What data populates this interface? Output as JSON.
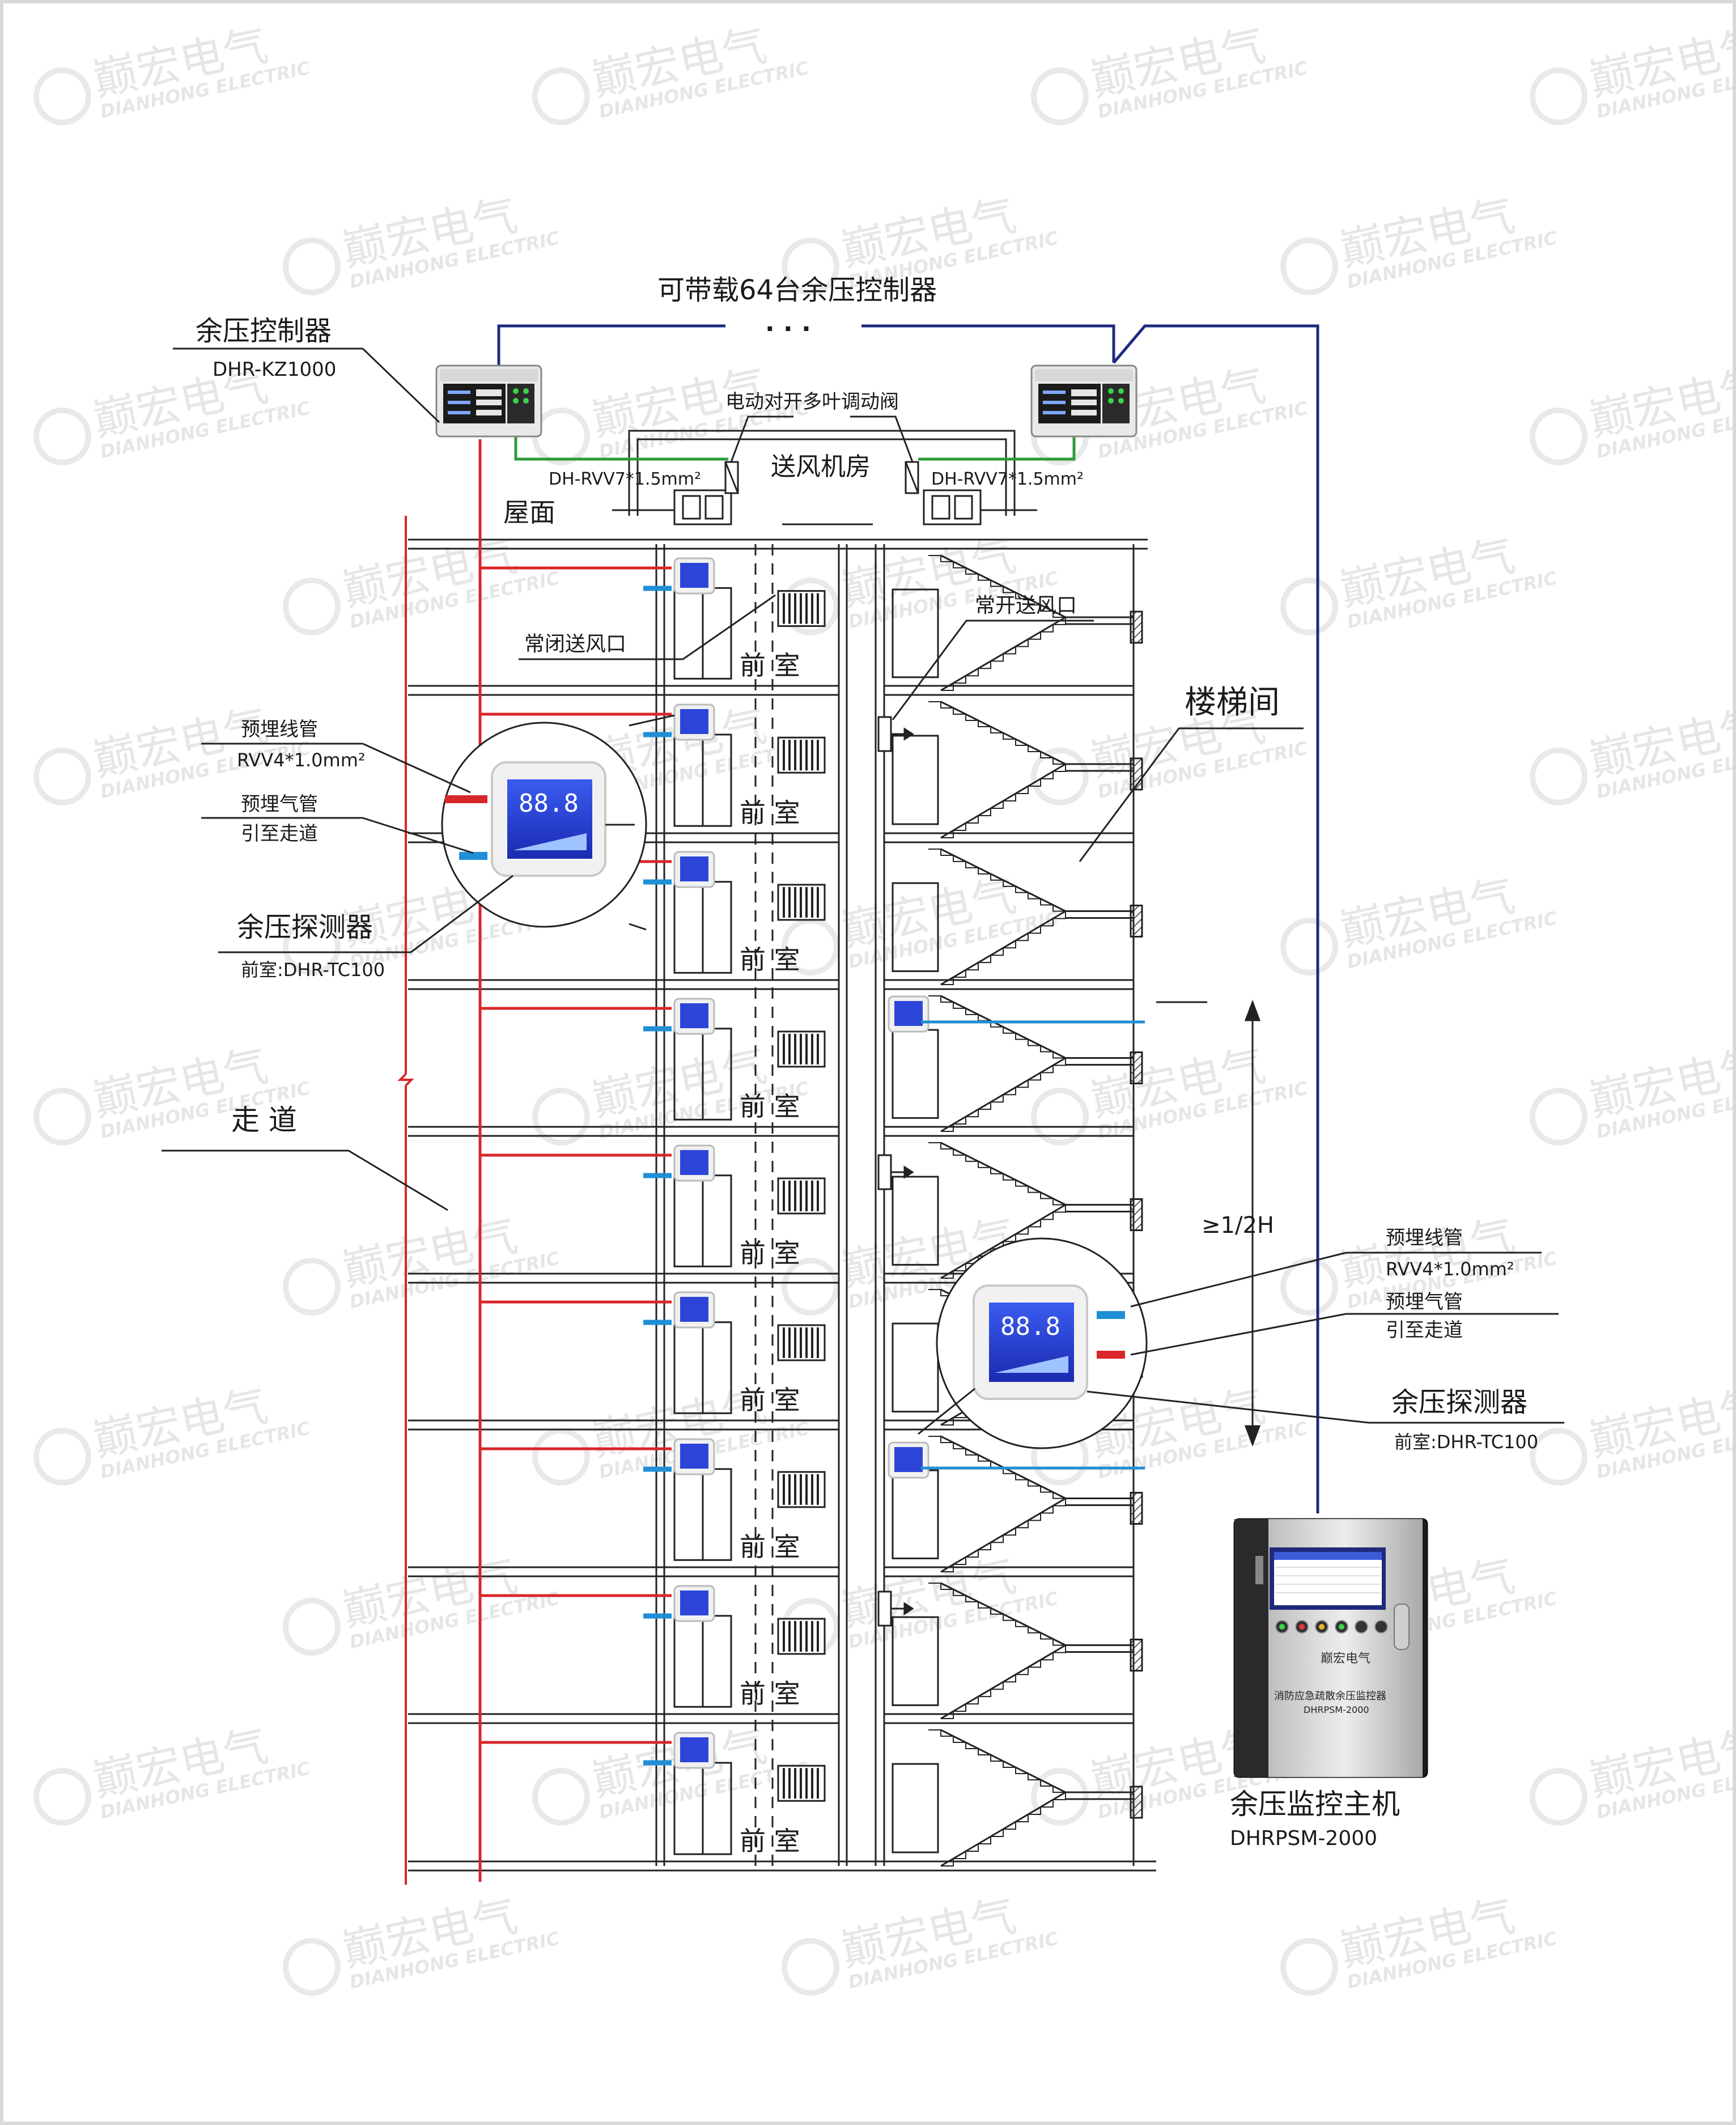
{
  "watermark": {
    "brand": "巅宏电气",
    "sub": "DIANHONG ELECTRIC"
  },
  "bus": {
    "capacity_label": "可带载64台余压控制器",
    "ellipsis": "· · ·"
  },
  "controller": {
    "title": "余压控制器",
    "model": "DHR-KZ1000"
  },
  "damper": {
    "title": "电动对开多叶调动阀"
  },
  "fan_room": {
    "label": "送风机房",
    "cable_left": "DH-RVV7*1.5mm²",
    "cable_right": "DH-RVV7*1.5mm²"
  },
  "roof": {
    "label": "屋面"
  },
  "anteroom": {
    "label": "前 室",
    "vent_label": "常闭送风口"
  },
  "stairwell": {
    "label": "楼梯间",
    "vent_label": "常开送风口",
    "height_label": "≥1/2H"
  },
  "corridor": {
    "label": "走 道"
  },
  "detector_left": {
    "conduit_label": "预埋线管",
    "conduit_spec": "RVV4*1.0mm²",
    "tube_label": "预埋气管",
    "tube_to": "引至走道",
    "title": "余压探测器",
    "model": "前室:DHR-TC100",
    "display": "88.8"
  },
  "detector_right": {
    "conduit_label": "预埋线管",
    "conduit_spec": "RVV4*1.0mm²",
    "tube_label": "预埋气管",
    "tube_to": "引至走道",
    "title": "余压探测器",
    "model": "前室:DHR-TC100",
    "display": "88.8"
  },
  "monitor": {
    "title": "余压监控主机",
    "model": "DHRPSM-2000",
    "panel_text": "消防应急疏散余压监控器",
    "panel_model": "DHRPSM-2000",
    "brand": "巅宏电气"
  },
  "colors": {
    "red": "#d9262a",
    "blue": "#1f8fd6",
    "navy": "#1e2a80",
    "green": "#2e9a3a",
    "line": "#222222"
  }
}
